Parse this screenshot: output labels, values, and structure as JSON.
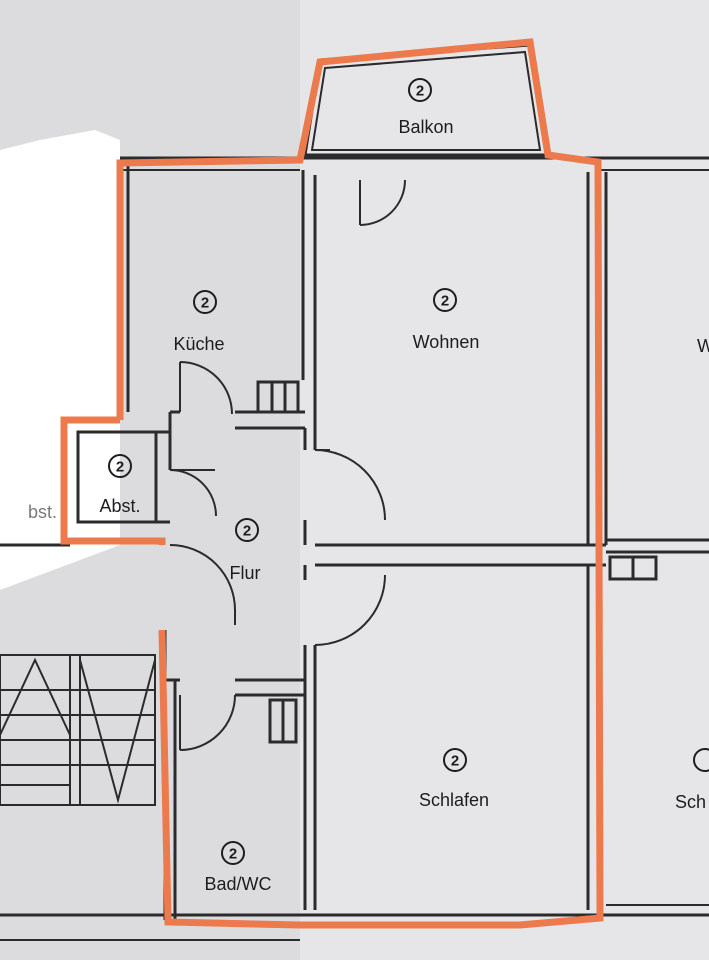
{
  "rooms": [
    {
      "id": "balkon",
      "number": "2",
      "label": "Balkon"
    },
    {
      "id": "kueche",
      "number": "2",
      "label": "Küche"
    },
    {
      "id": "wohnen",
      "number": "2",
      "label": "Wohnen"
    },
    {
      "id": "abst",
      "number": "2",
      "label": "Abst."
    },
    {
      "id": "flur",
      "number": "2",
      "label": "Flur"
    },
    {
      "id": "schlafen",
      "number": "2",
      "label": "Schlafen"
    },
    {
      "id": "bad",
      "number": "2",
      "label": "Bad/WC"
    }
  ],
  "partial_labels": {
    "left_abst": "bst.",
    "right_wohnen": "W",
    "right_schlafen": "Sch"
  },
  "colors": {
    "background": "#dcdcde",
    "highlight": "#ec7a4c",
    "wall": "#2b2b2e"
  }
}
